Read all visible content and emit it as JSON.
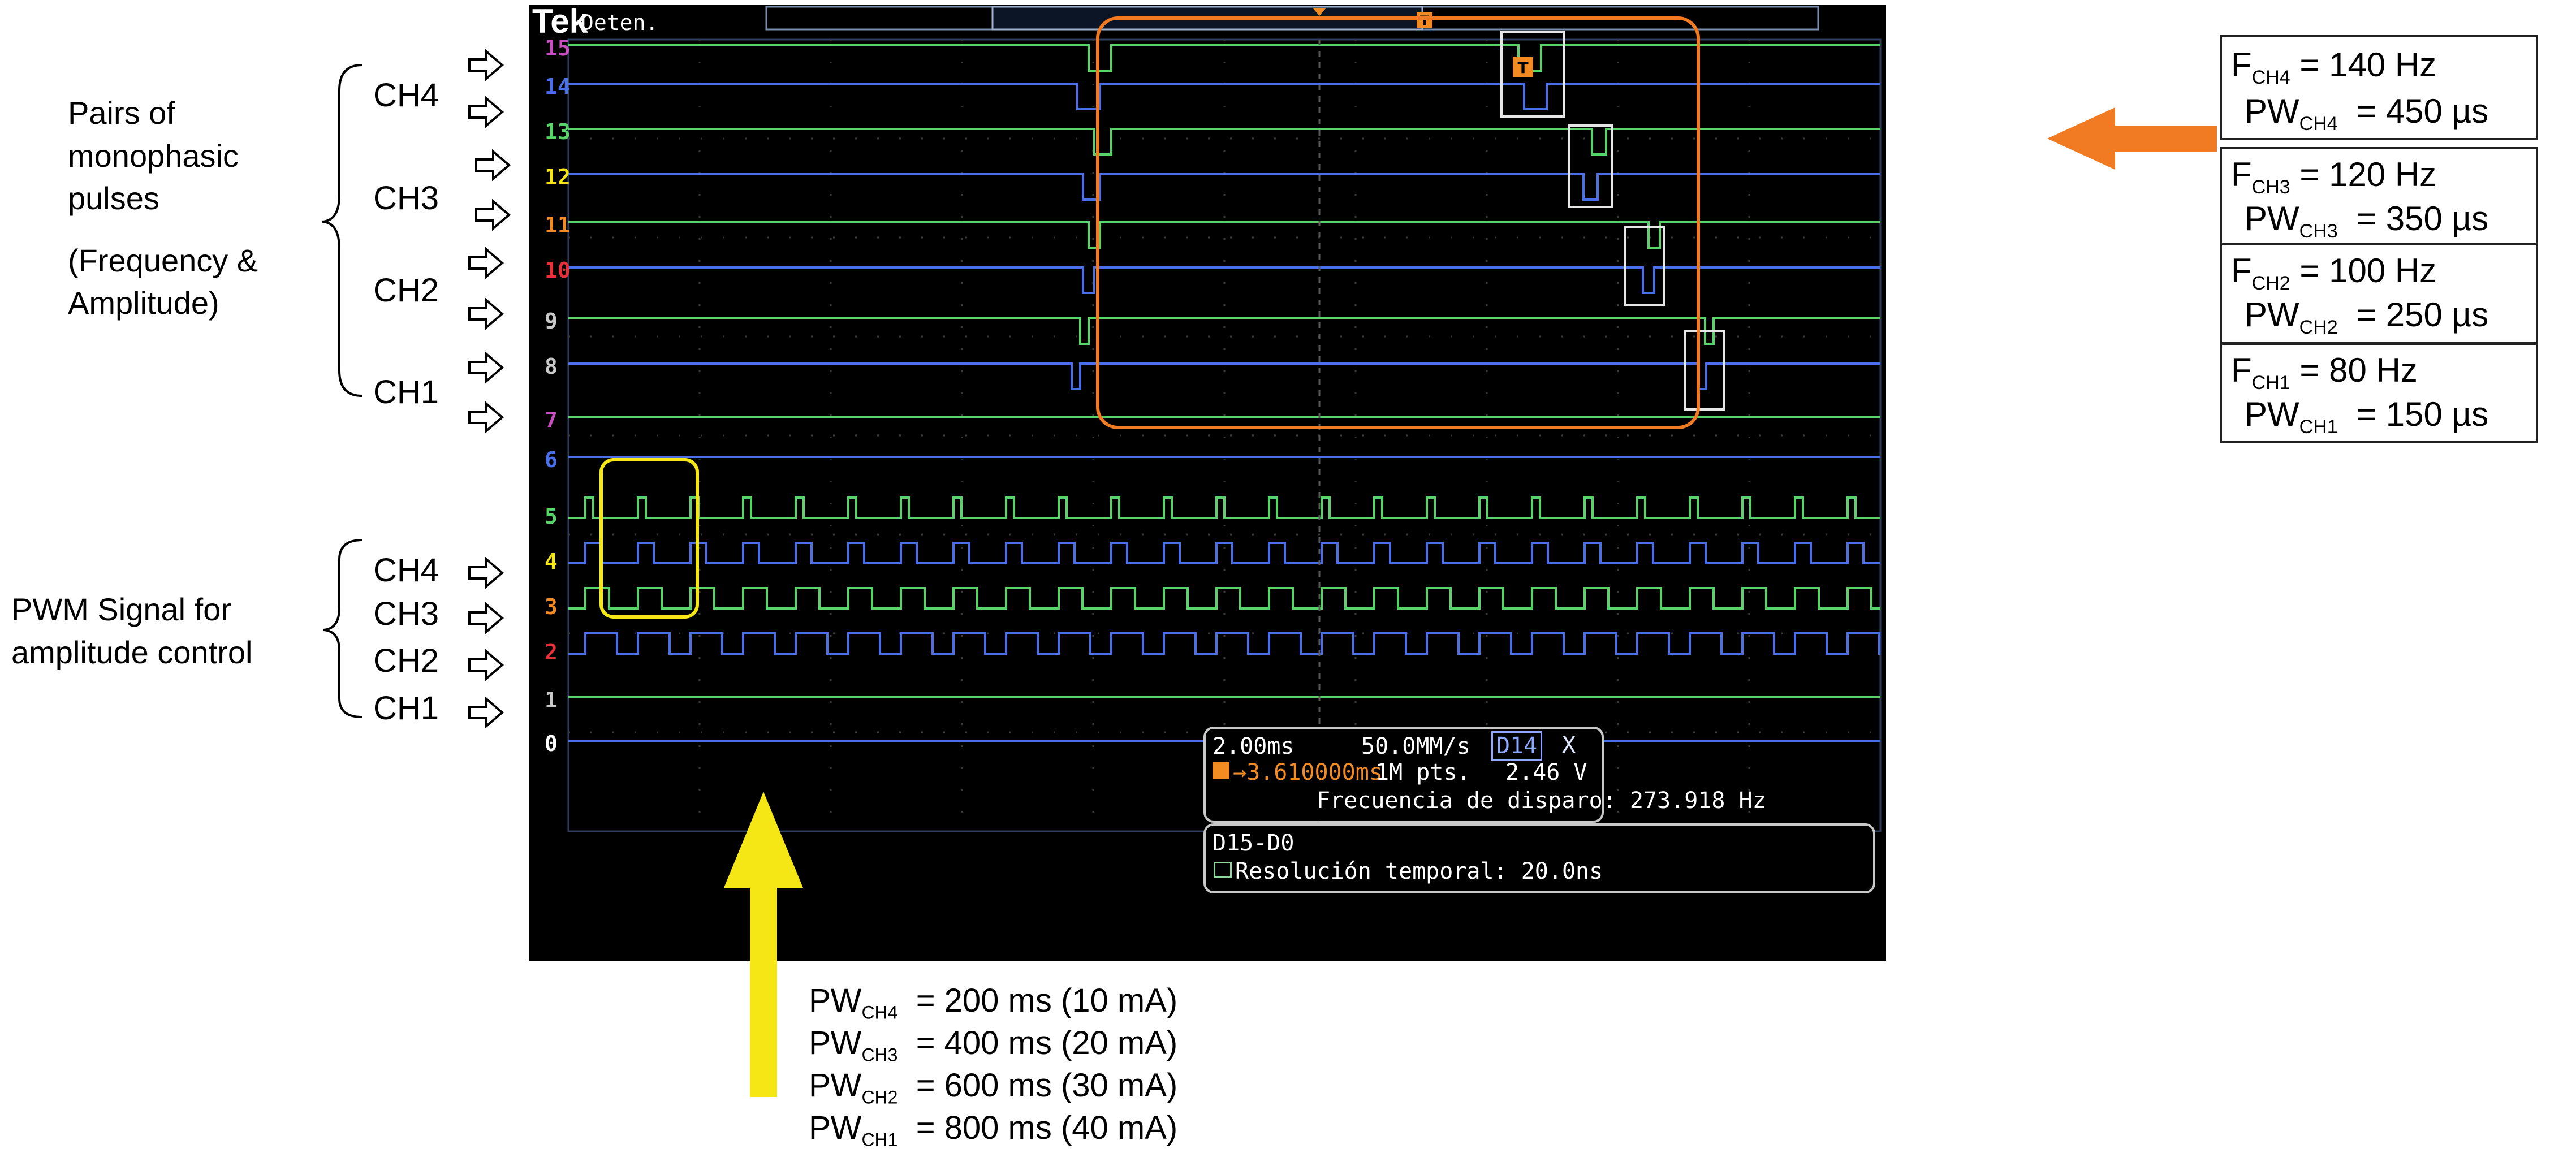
{
  "scope": {
    "brand": "Tek",
    "state": "Deten.",
    "trigger_marker": "T",
    "channel_numbers": [
      "15",
      "14",
      "13",
      "12",
      "11",
      "10",
      "9",
      "8",
      "7",
      "6",
      "5",
      "4",
      "3",
      "2",
      "1",
      "0"
    ],
    "info_panel": {
      "timebase": "2.00ms",
      "sample_rate": "50.0MM/s",
      "trigger_source": "D14",
      "trigger_glyph": "X",
      "trigger_delay": "→3.610000ms",
      "record_length": "1M pts.",
      "threshold": "2.46 V",
      "trigger_frequency": "Frecuencia de disparo: 273.918 Hz"
    },
    "digital_panel": {
      "group": "D15-D0",
      "resolution": "Resolución temporal: 20.0ns"
    }
  },
  "left_labels": {
    "pulses_group": [
      "Pairs of",
      "monophasic",
      "pulses",
      "(Frequency &",
      "Amplitude)"
    ],
    "pwm_group": [
      "PWM Signal for",
      "amplitude control"
    ],
    "pulse_channels": [
      "CH4",
      "CH3",
      "CH2",
      "CH1"
    ],
    "pwm_channels": [
      "CH4",
      "CH3",
      "CH2",
      "CH1"
    ]
  },
  "freq_boxes": [
    {
      "f_label": "F",
      "f_sub": "CH4",
      "f_value": "= 140 Hz",
      "pw_label": "PW",
      "pw_sub": "CH4",
      "pw_value": "= 450 µs"
    },
    {
      "f_label": "F",
      "f_sub": "CH3",
      "f_value": "= 120 Hz",
      "pw_label": "PW",
      "pw_sub": "CH3",
      "pw_value": "= 350 µs"
    },
    {
      "f_label": "F",
      "f_sub": "CH2",
      "f_value": "= 100 Hz",
      "pw_label": "PW",
      "pw_sub": "CH2",
      "pw_value": "= 250 µs"
    },
    {
      "f_label": "F",
      "f_sub": "CH1",
      "f_value": "=  80 Hz",
      "pw_label": "PW",
      "pw_sub": "CH1",
      "pw_value": "= 150 µs"
    }
  ],
  "pwm_widths": [
    {
      "label": "PW",
      "sub": "CH4",
      "value": "= 200 ms (10 mA)"
    },
    {
      "label": "PW",
      "sub": "CH3",
      "value": "= 400 ms (20 mA)"
    },
    {
      "label": "PW",
      "sub": "CH2",
      "value": "= 600 ms (30 mA)"
    },
    {
      "label": "PW",
      "sub": "CH1",
      "value": "= 800 ms (40 mA)"
    }
  ],
  "colors": {
    "orange_highlight": "#f07b22",
    "yellow_highlight": "#f5e616",
    "trace_green": "#58d46a",
    "trace_blue": "#4a6fe8"
  }
}
